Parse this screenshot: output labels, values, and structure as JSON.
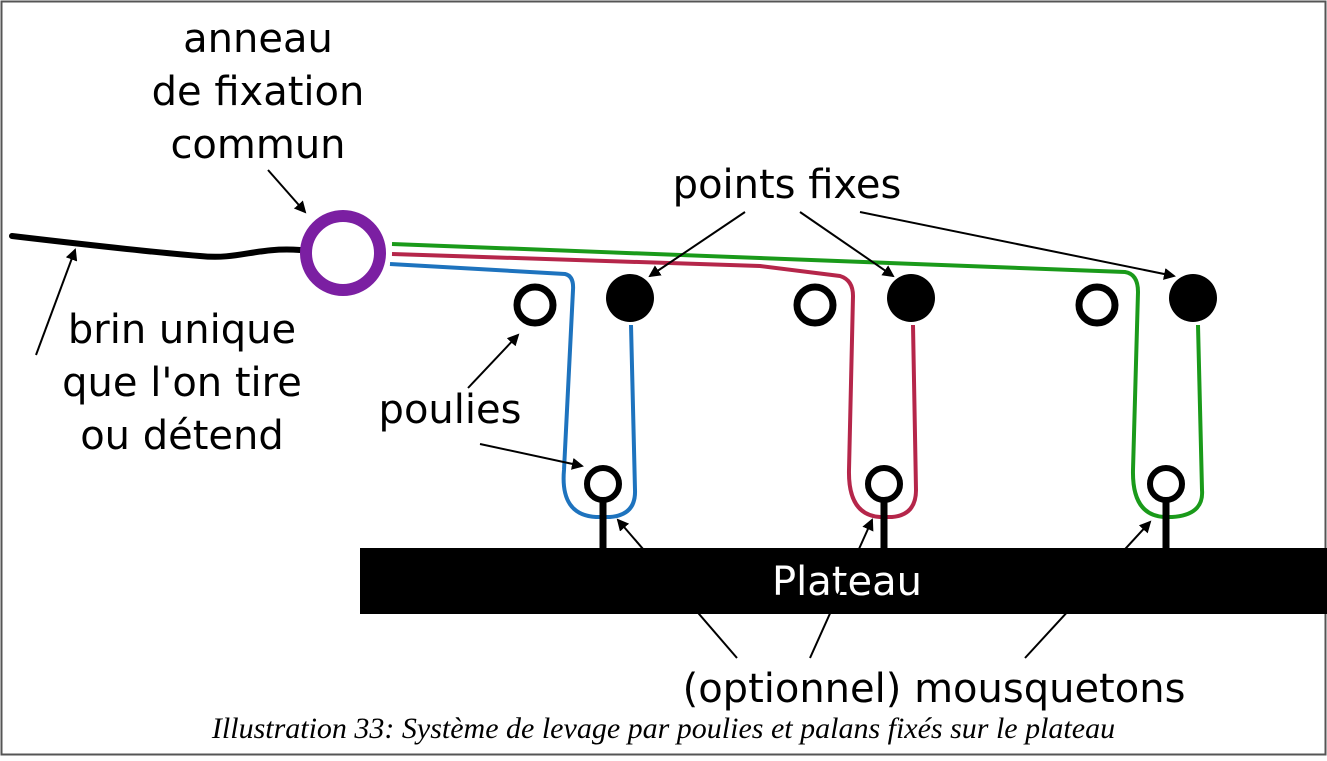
{
  "labels": {
    "ring_line1": "anneau",
    "ring_line2": "de fixation",
    "ring_line3": "commun",
    "fixed_points": "points fixes",
    "strand_line1": "brin unique",
    "strand_line2": "que l'on tire",
    "strand_line3": "ou détend",
    "pulleys": "poulies",
    "plateau": "Plateau",
    "carabiners": "(optionnel) mousquetons"
  },
  "caption": "Illustration 33: Système de levage par poulies et palans fixés sur le plateau",
  "colors": {
    "ring": "#7b1fa2",
    "rope_blue": "#1e73be",
    "rope_red": "#b5264a",
    "rope_green": "#1a9a1a",
    "plateau": "#000000",
    "frame": "#555555"
  },
  "icons": {
    "ring": "ring-icon",
    "pulley": "pulley-icon",
    "fixed_point": "fixed-point-icon",
    "carabiner": "carabiner-icon"
  }
}
